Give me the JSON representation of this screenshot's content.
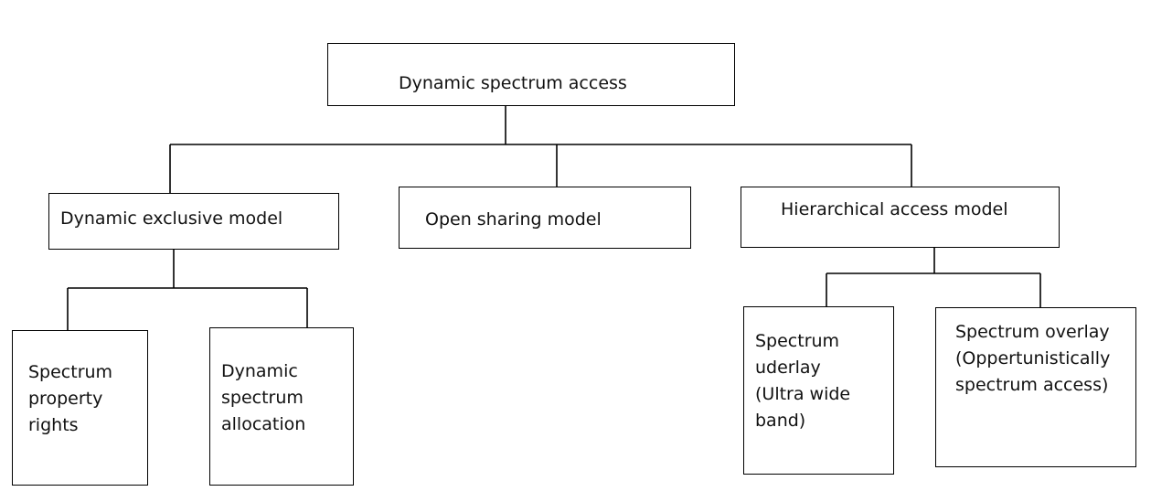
{
  "diagram": {
    "root": {
      "label": "Dynamic spectrum access"
    },
    "level1": [
      {
        "label": "Dynamic exclusive model"
      },
      {
        "label": "Open sharing model"
      },
      {
        "label": "Hierarchical access model"
      }
    ],
    "exclusive_children": [
      {
        "label": "Spectrum\nproperty\nrights"
      },
      {
        "label": "Dynamic\nspectrum\nallocation"
      }
    ],
    "hierarchical_children": [
      {
        "label": "Spectrum\nuderlay\n(Ultra wide\nband)"
      },
      {
        "label": "Spectrum overlay\n(Oppertunistically\nspectrum access)"
      }
    ]
  }
}
